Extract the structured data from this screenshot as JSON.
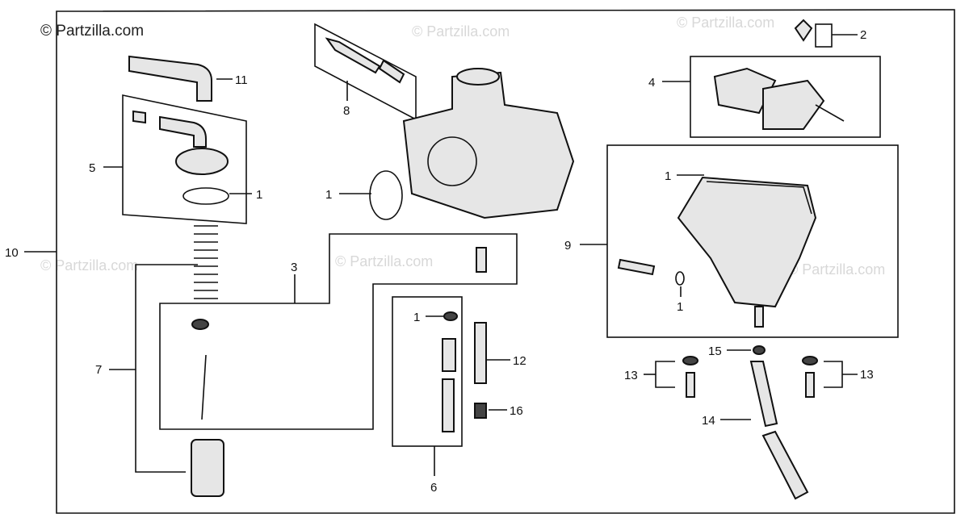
{
  "watermark": "© Partzilla.com",
  "callouts": {
    "c1a": "1",
    "c1b": "1",
    "c1c": "1",
    "c1d": "1",
    "c1e": "1",
    "c2": "2",
    "c3": "3",
    "c4": "4",
    "c5": "5",
    "c6": "6",
    "c7": "7",
    "c8": "8",
    "c9": "9",
    "c10": "10",
    "c11": "11",
    "c12": "12",
    "c13a": "13",
    "c13b": "13",
    "c14": "14",
    "c15": "15",
    "c16": "16"
  },
  "colors": {
    "line": "#111111",
    "watermark": "#d8d8d8"
  }
}
